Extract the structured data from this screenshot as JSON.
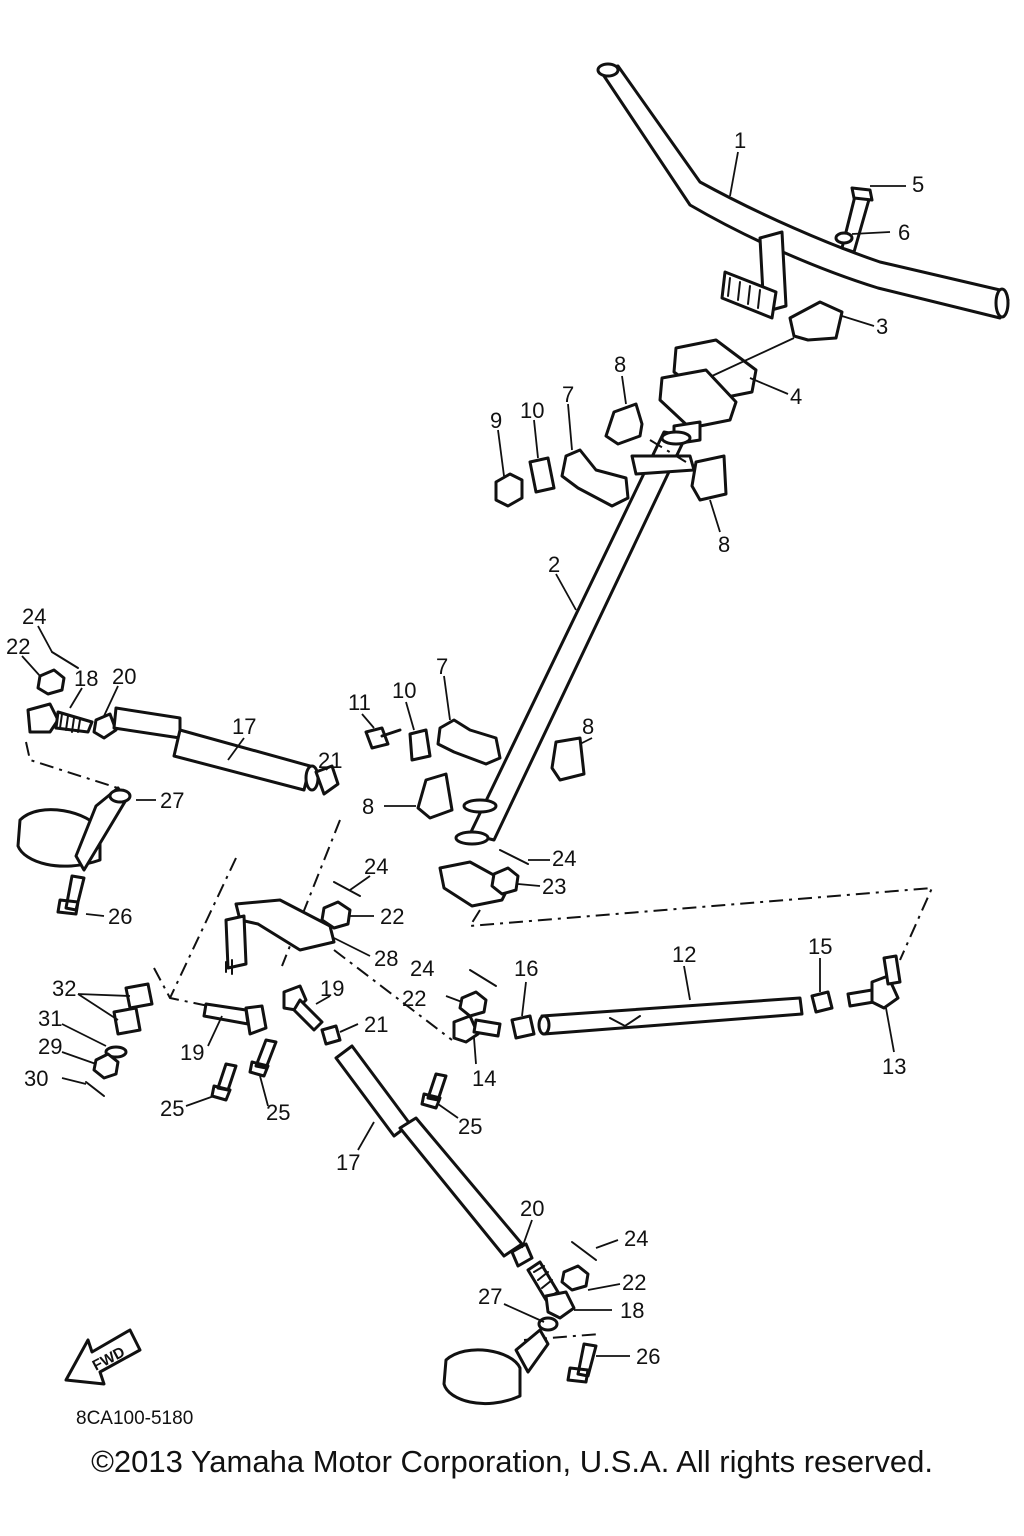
{
  "diagram": {
    "code": "8CA100-5180",
    "copyright": "©2013 Yamaha Motor Corporation, U.S.A. All rights reserved.",
    "fwd_label": "FWD",
    "callouts": {
      "c1": "1",
      "c2": "2",
      "c3": "3",
      "c4": "4",
      "c5": "5",
      "c6": "6",
      "c7a": "7",
      "c7b": "7",
      "c8a": "8",
      "c8b": "8",
      "c8c": "8",
      "c8d": "8",
      "c9": "9",
      "c10a": "10",
      "c10b": "10",
      "c11": "11",
      "c12": "12",
      "c13": "13",
      "c14": "14",
      "c15": "15",
      "c16": "16",
      "c17a": "17",
      "c17b": "17",
      "c18a": "18",
      "c18b": "18",
      "c19a": "19",
      "c19b": "19",
      "c20a": "20",
      "c20b": "20",
      "c21a": "21",
      "c21b": "21",
      "c22a": "22",
      "c22b": "22",
      "c22c": "22",
      "c22d": "22",
      "c23": "23",
      "c24a": "24",
      "c24b": "24",
      "c24c": "24",
      "c24d": "24",
      "c24e": "24",
      "c25a": "25",
      "c25b": "25",
      "c25c": "25",
      "c26a": "26",
      "c26b": "26",
      "c27a": "27",
      "c27b": "27",
      "c28": "28",
      "c29": "29",
      "c30": "30",
      "c31": "31",
      "c32": "32"
    }
  }
}
